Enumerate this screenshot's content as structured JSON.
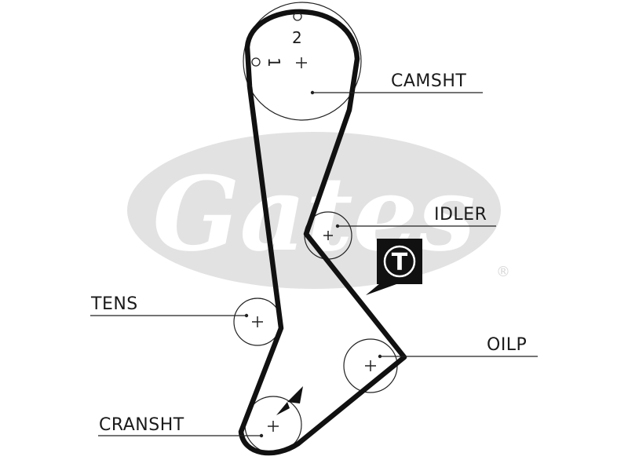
{
  "labels": {
    "camshaft": "CAMSHT",
    "idler": "IDLER",
    "tensioner": "TENS",
    "oil_pump": "OILP",
    "crankshaft": "CRANSHT"
  },
  "timing_marks": {
    "mark_top": "2",
    "mark_side": "1"
  },
  "tension_badge": "T",
  "watermark": {
    "brand": "Gates",
    "registered": "®",
    "color": "#e2e2e2"
  },
  "colors": {
    "belt": "#111111",
    "line": "#222222"
  },
  "icons": [
    "crosshair-icon",
    "timing-mark-circle-icon",
    "tension-badge-icon",
    "crank-arrow-icon"
  ]
}
